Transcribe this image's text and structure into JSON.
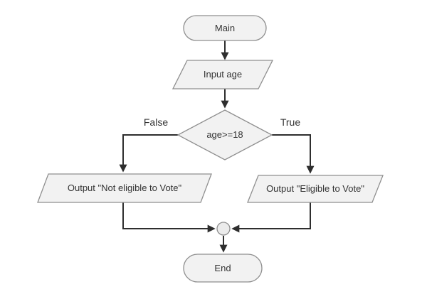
{
  "diagram": {
    "type": "flowchart",
    "nodes": {
      "main": {
        "label": "Main",
        "shape": "terminator"
      },
      "input_age": {
        "label": "Input age",
        "shape": "parallelogram-io"
      },
      "decision": {
        "label": "age>=18",
        "shape": "decision-diamond"
      },
      "output_not_eligible": {
        "label": "Output \"Not eligible to Vote\"",
        "shape": "parallelogram-io"
      },
      "output_eligible": {
        "label": "Output \"Eligible to Vote\"",
        "shape": "parallelogram-io"
      },
      "merge": {
        "label": "",
        "shape": "connector-circle"
      },
      "end": {
        "label": "End",
        "shape": "terminator"
      }
    },
    "branch_labels": {
      "false": "False",
      "true": "True"
    },
    "colors": {
      "background": "#ffffff",
      "node_fill": "#f2f2f2",
      "connector_fill": "#ebebeb",
      "node_border": "#8f8f8f",
      "edge": "#2e2e2e",
      "text": "#333333"
    }
  }
}
